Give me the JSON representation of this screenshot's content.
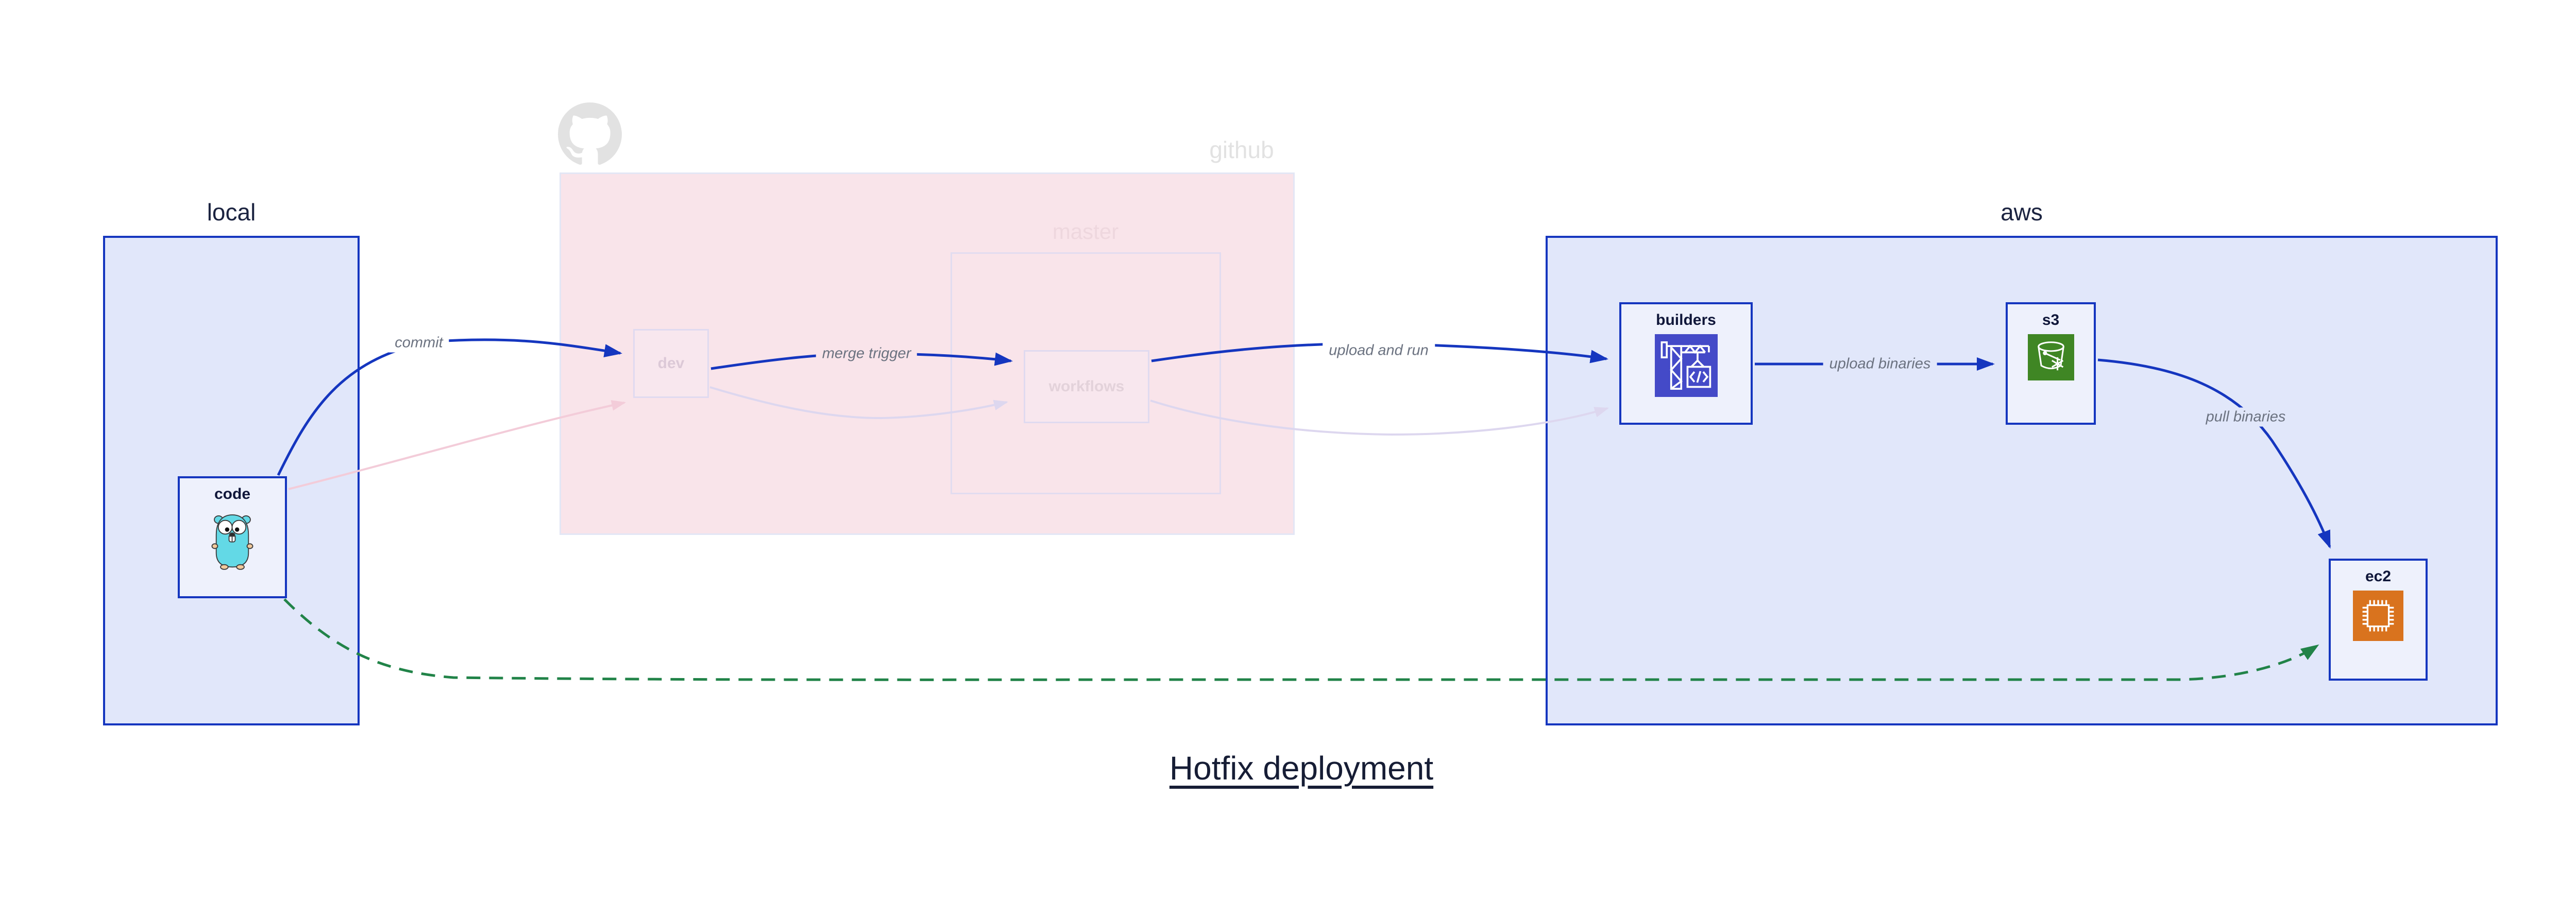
{
  "title": "Hotfix deployment",
  "groups": {
    "local": {
      "label": "local"
    },
    "github": {
      "label": "github",
      "master": {
        "label": "master"
      }
    },
    "aws": {
      "label": "aws"
    }
  },
  "nodes": {
    "code": {
      "label": "code",
      "icon": "go-gopher-icon",
      "state": "active"
    },
    "dev": {
      "label": "dev",
      "icon": "none",
      "state": "faded"
    },
    "workflows": {
      "label": "workflows",
      "icon": "none",
      "state": "faded"
    },
    "builders": {
      "label": "builders",
      "icon": "aws-codebuild-icon",
      "state": "active"
    },
    "s3": {
      "label": "s3",
      "icon": "aws-s3-icon",
      "state": "active"
    },
    "ec2": {
      "label": "ec2",
      "icon": "aws-ec2-icon",
      "state": "active"
    }
  },
  "edges": {
    "commit": {
      "label": "commit",
      "from": "code",
      "to": "dev",
      "style": "solid-blue"
    },
    "merge_trigger": {
      "label": "merge trigger",
      "from": "dev",
      "to": "workflows",
      "style": "solid-blue"
    },
    "upload_and_run": {
      "label": "upload and run",
      "from": "workflows",
      "to": "builders",
      "style": "solid-blue"
    },
    "upload_binaries": {
      "label": "upload binaries",
      "from": "builders",
      "to": "s3",
      "style": "solid-blue"
    },
    "pull_binaries": {
      "label": "pull binaries",
      "from": "s3",
      "to": "ec2",
      "style": "solid-blue"
    },
    "hotfix_path": {
      "label": "",
      "from": "code",
      "to": "ec2",
      "style": "dashed-green"
    },
    "faded_commit": {
      "label": "",
      "from": "code",
      "to": "dev",
      "style": "faded-pink"
    },
    "faded_merge": {
      "label": "",
      "from": "dev",
      "to": "workflows",
      "style": "faded-lavender"
    },
    "faded_upload": {
      "label": "",
      "from": "workflows",
      "to": "builders",
      "style": "faded-lavender"
    }
  },
  "colors": {
    "accent_blue": "#1536bf",
    "group_fill_blue": "#e1e7fa",
    "node_fill": "#eef1fc",
    "github_fill_pink": "#f9e4ea",
    "faded_node_fill": "#f8e7ee",
    "faded_border_lavender": "#e0daf0",
    "faded_edge_pink": "#f3ccd9",
    "faded_edge_lavender": "#ddd7ef",
    "hotfix_green": "#218348",
    "edge_label_gray": "#6b7280",
    "dark_navy_text": "#10173a",
    "github_gray": "#e2e2e2",
    "codebuild_indigo": "#444ac8",
    "s3_green": "#3f8624",
    "ec2_orange": "#d9731e",
    "gopher_teal": "#63d9e6"
  }
}
